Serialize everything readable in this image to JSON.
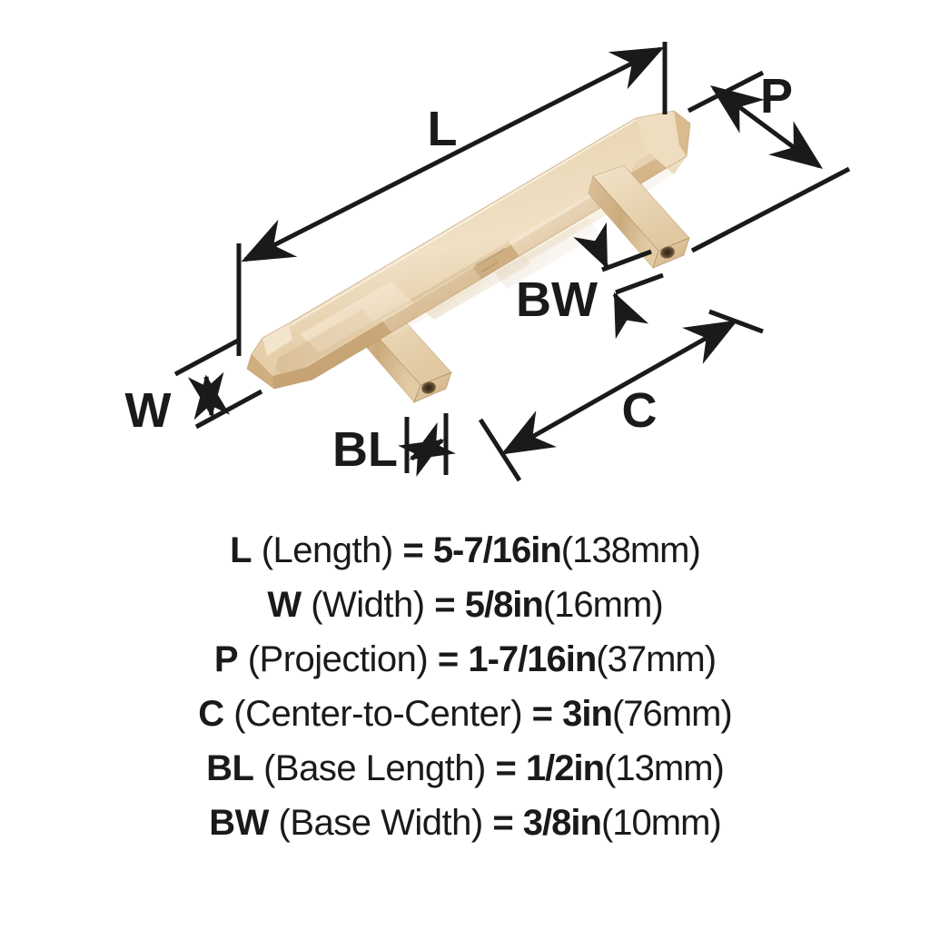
{
  "product": {
    "type": "cabinet-bar-pull-handle",
    "finish_color": "#e0c49a",
    "finish_highlight": "#f5ead6",
    "finish_shadow": "#c09a68",
    "finish_mid": "#d9bd91",
    "line_color": "#1a1a1a"
  },
  "diagram": {
    "labels": {
      "length": "L",
      "width": "W",
      "projection": "P",
      "center_to_center": "C",
      "base_length": "BL",
      "base_width": "BW"
    }
  },
  "specs": [
    {
      "key": "L",
      "name": " (Length)",
      "eq": " = ",
      "value": "5-7/16in",
      "metric": "(138mm)"
    },
    {
      "key": "W",
      "name": " (Width)",
      "eq": " = ",
      "value": "5/8in",
      "metric": "(16mm)"
    },
    {
      "key": "P",
      "name": " (Projection)",
      "eq": " = ",
      "value": "1-7/16in",
      "metric": "(37mm)"
    },
    {
      "key": "C",
      "name": " (Center-to-Center)",
      "eq": " = ",
      "value": "3in",
      "metric": "(76mm)"
    },
    {
      "key": "BL",
      "name": " (Base Length)",
      "eq": " = ",
      "value": "1/2in",
      "metric": "(13mm)"
    },
    {
      "key": "BW",
      "name": " (Base Width)",
      "eq": " = ",
      "value": "3/8in",
      "metric": "(10mm)"
    }
  ]
}
